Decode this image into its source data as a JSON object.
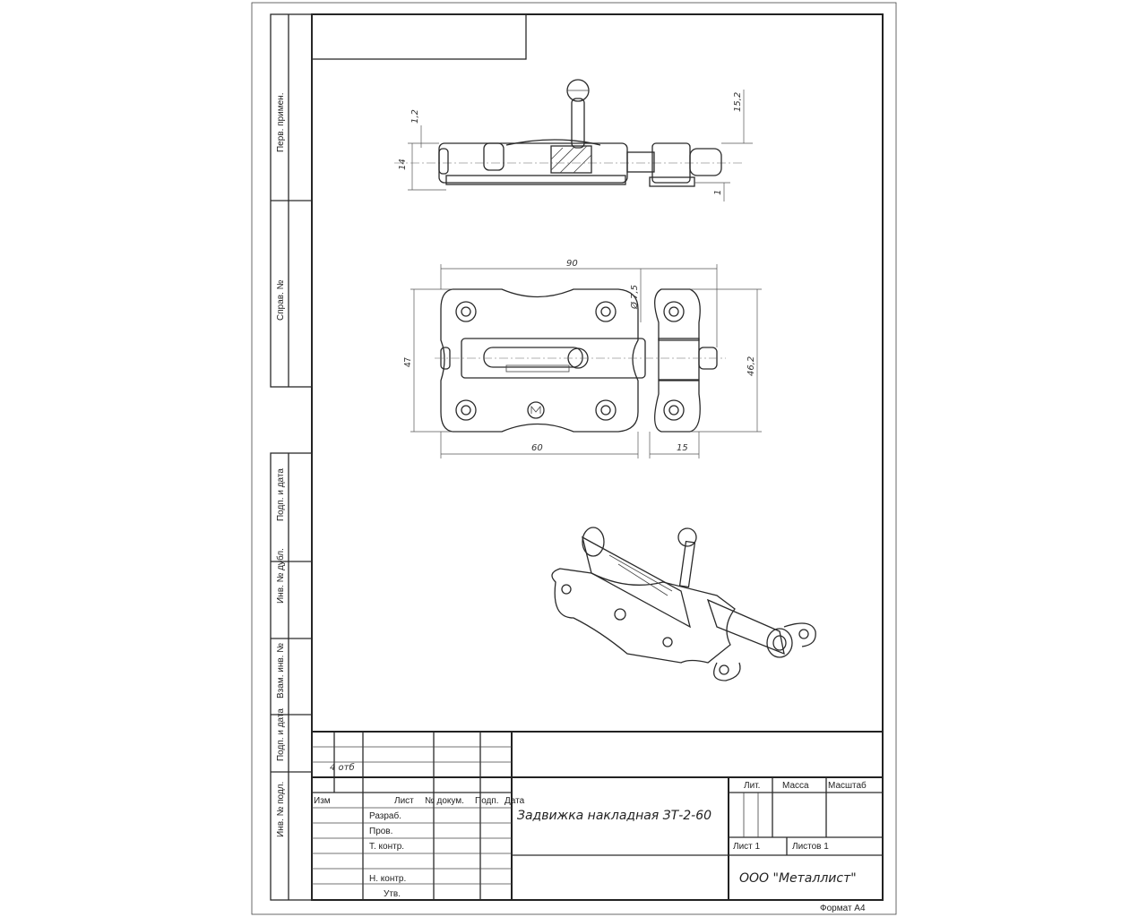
{
  "side_stamps": [
    "Перв. примен.",
    "Справ. №",
    "Подп. и дата",
    "Инв. № дубл.",
    "Взам. инв. №",
    "Подп. и дата",
    "Инв. № подл."
  ],
  "dimensions": {
    "d_90": "90",
    "d_47": "47",
    "d_60": "60",
    "d_15": "15",
    "d_46_2": "46,2",
    "d_dia": "Ø 7,5",
    "d_1_2": "1,2",
    "d_14": "14",
    "d_15_2": "15,2",
    "d_1": "1"
  },
  "title_block": {
    "note": "4  отб",
    "col_izm": "Изм",
    "col_list": "Лист",
    "col_doc": "№ докум.",
    "col_sign": "Подп.",
    "col_date": "Дата",
    "razrab": "Разраб.",
    "prov": "Пров.",
    "tkontr": "Т. контр.",
    "nkontr": "Н. контр.",
    "utv": "Утв.",
    "title": "Задвижка накладная ЗТ-2-60",
    "lit": "Лит.",
    "massa": "Масса",
    "masshtab": "Масштаб",
    "sheet": "Лист 1",
    "sheets": "Листов 1",
    "company": "ООО \"Металлист\"",
    "format": "Формат А4"
  }
}
